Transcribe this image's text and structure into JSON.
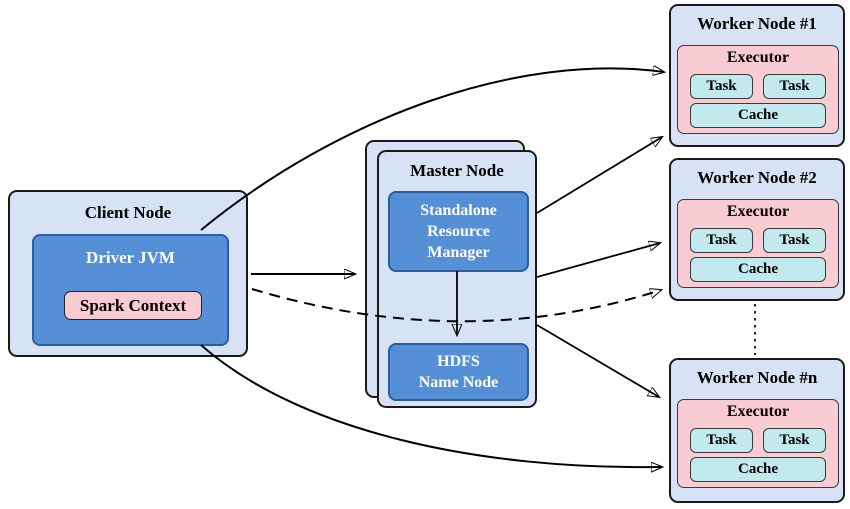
{
  "client": {
    "title": "Client Node",
    "driver_jvm": {
      "title": "Driver JVM",
      "spark_context": "Spark Context"
    }
  },
  "master": {
    "title": "Master Node",
    "resource_manager_lines": [
      "Standalone",
      "Resource",
      "Manager"
    ],
    "hdfs_lines": [
      "HDFS",
      "Name Node"
    ]
  },
  "workers": [
    {
      "title": "Worker Node #1",
      "executor": {
        "title": "Executor",
        "tasks": [
          "Task",
          "Task"
        ],
        "cache": "Cache"
      }
    },
    {
      "title": "Worker Node #2",
      "executor": {
        "title": "Executor",
        "tasks": [
          "Task",
          "Task"
        ],
        "cache": "Cache"
      }
    },
    {
      "title": "Worker Node #n",
      "executor": {
        "title": "Executor",
        "tasks": [
          "Task",
          "Task"
        ],
        "cache": "Cache"
      }
    }
  ],
  "connections": [
    {
      "from": "client-node",
      "to": "worker-node-1",
      "style": "solid-curve"
    },
    {
      "from": "client-node",
      "to": "master-node",
      "style": "solid"
    },
    {
      "from": "client-node",
      "to": "worker-node-2",
      "style": "dashed-curve"
    },
    {
      "from": "master-node",
      "to": "worker-node-1",
      "style": "solid"
    },
    {
      "from": "master-node",
      "to": "worker-node-2",
      "style": "solid"
    },
    {
      "from": "master-node",
      "to": "worker-node-n",
      "style": "solid"
    },
    {
      "from": "client-node",
      "to": "worker-node-n",
      "style": "solid-curve"
    },
    {
      "from": "standalone-resource-manager",
      "to": "hdfs-name-node",
      "style": "solid"
    },
    {
      "from": "worker-node-2",
      "to": "worker-node-n",
      "style": "dotted-ellipsis"
    }
  ],
  "colors": {
    "node_fill": "#d8e2f5",
    "node_border": "#1a1a1a",
    "blue_fill": "#5590d7",
    "blue_border": "#2e5c9e",
    "pink_fill": "#f9cbd2",
    "cyan_fill": "#c1e9ee",
    "arrow": "#000000",
    "background": "#ffffff"
  }
}
